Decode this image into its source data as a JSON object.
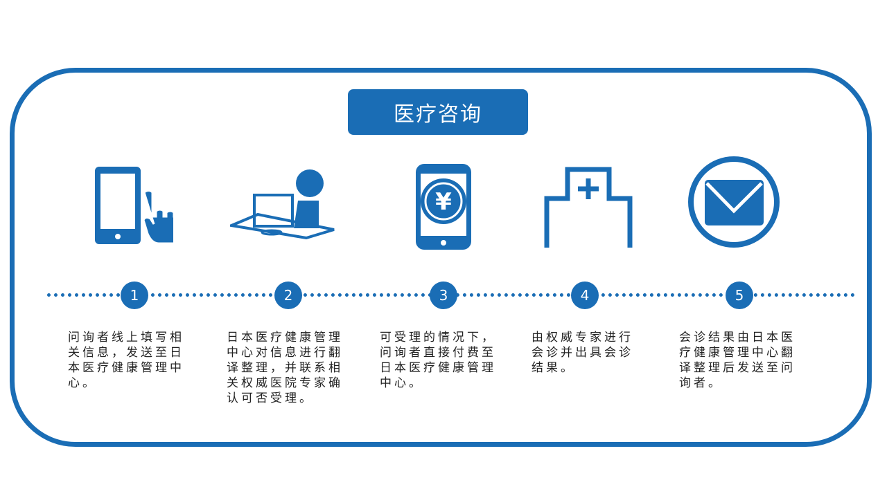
{
  "title": "医疗咨询",
  "accent": "#1a6db5",
  "steps": [
    {
      "number": "1",
      "icon": "tablet-touch-icon",
      "text": "问询者线上填写相关信息，发送至日本医疗健康管理中心。"
    },
    {
      "number": "2",
      "icon": "person-computer-icon",
      "text": "日本医疗健康管理中心对信息进行翻译整理，并联系相关权威医院专家确认可否受理。"
    },
    {
      "number": "3",
      "icon": "phone-yen-icon",
      "text": "可受理的情况下，问询者直接付费至日本医疗健康管理中心。"
    },
    {
      "number": "4",
      "icon": "hospital-icon",
      "text": "由权威专家进行会诊并出具会诊结果。"
    },
    {
      "number": "5",
      "icon": "mail-icon",
      "text": "会诊结果由日本医疗健康管理中心翻译整理后发送至问询者。"
    }
  ]
}
